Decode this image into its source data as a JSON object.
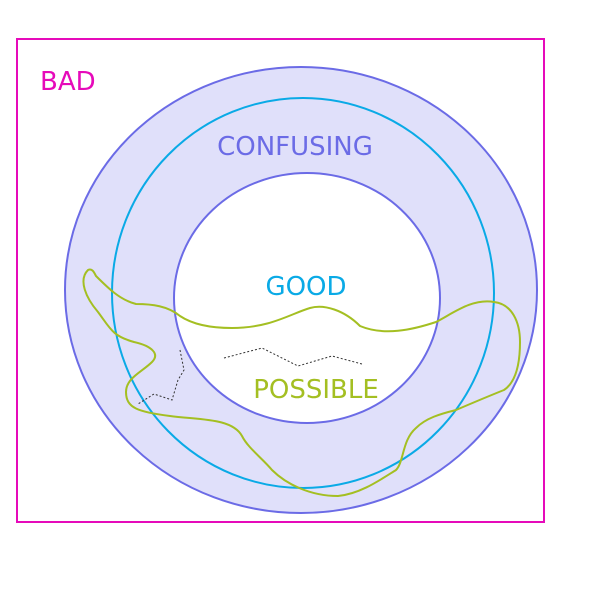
{
  "labels": {
    "bad": "BAD",
    "confusing": "CONFUSING",
    "good": "GOOD",
    "possible": "POSSIBLE"
  },
  "colors": {
    "bad": "#e60aba",
    "confusing_stroke": "#6b6be6",
    "confusing_fill": "#e0e0fa",
    "middle_stroke": "#0aaae6",
    "good_text": "#0aaae6",
    "possible": "#a4bf22",
    "paths": "#333333"
  },
  "icons": {
    "regions": "venn-diagram-icon"
  }
}
